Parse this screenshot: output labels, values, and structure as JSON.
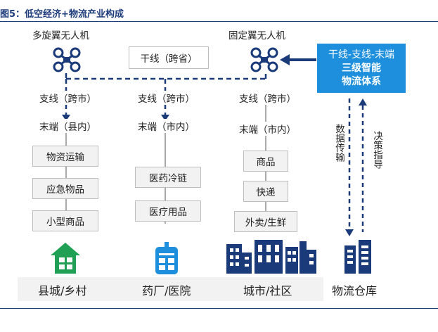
{
  "figure": {
    "title": "图5：低空经济+物流产业构成"
  },
  "drones": {
    "multi_rotor": {
      "label": "多旋翼无人机"
    },
    "fixed_wing": {
      "label": "固定翼无人机"
    }
  },
  "trunk": {
    "label": "干线（跨省）"
  },
  "system": {
    "line1": "干线-支线-末端",
    "line2": "三级智能",
    "line3": "物流体系"
  },
  "columns": [
    {
      "branch": "支线（跨市）",
      "terminal": "末端（县内）",
      "items": [
        "物资运输",
        "应急物品",
        "小型商品"
      ],
      "destination": "县城/乡村"
    },
    {
      "branch": "支线（跨市）",
      "terminal": "末端（市内）",
      "items": [
        "医药冷链",
        "医疗用品"
      ],
      "destination": "药厂/医院"
    },
    {
      "branch": "支线（跨市）",
      "terminal": "末端（市内）",
      "items": [
        "商品",
        "快递",
        "外卖/生鲜"
      ],
      "destination": "城市/社区"
    }
  ],
  "warehouse": {
    "label": "物流仓库",
    "data_link": "数据传输",
    "decision_link": "决策指导"
  },
  "colors": {
    "accent_blue": "#1e8fdc",
    "dark_blue": "#1b3a7a",
    "green": "#1fa055",
    "box_fill": "#f2f2f2"
  }
}
